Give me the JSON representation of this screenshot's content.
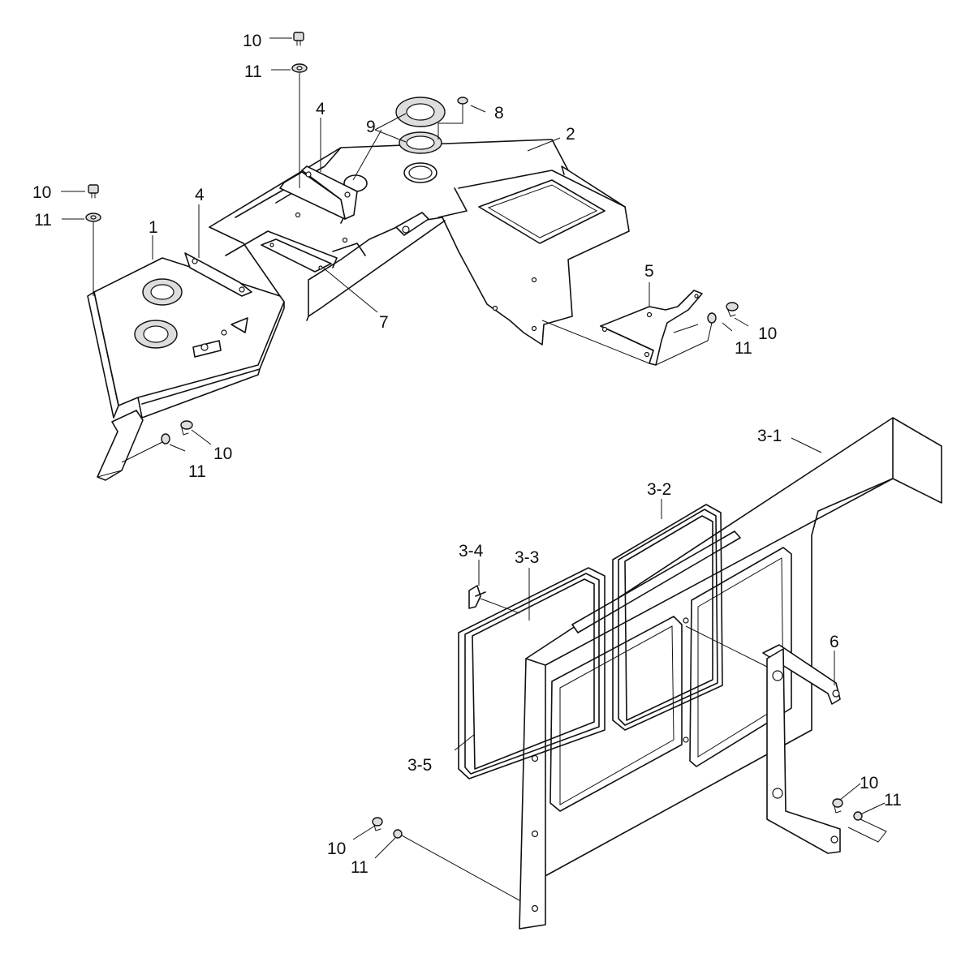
{
  "callouts": {
    "c1": "1",
    "c2": "2",
    "c3_1": "3-1",
    "c3_2": "3-2",
    "c3_3": "3-3",
    "c3_4": "3-4",
    "c3_5": "3-5",
    "c4a": "4",
    "c4b": "4",
    "c5": "5",
    "c6": "6",
    "c7": "7",
    "c8": "8",
    "c9": "9",
    "c10a": "10",
    "c11a": "11",
    "c10b": "10",
    "c11b": "11",
    "c10c": "10",
    "c11c": "11",
    "c10d": "10",
    "c11d": "11",
    "c10e": "10",
    "c11e": "11",
    "c10f": "10",
    "c11f": "11"
  }
}
